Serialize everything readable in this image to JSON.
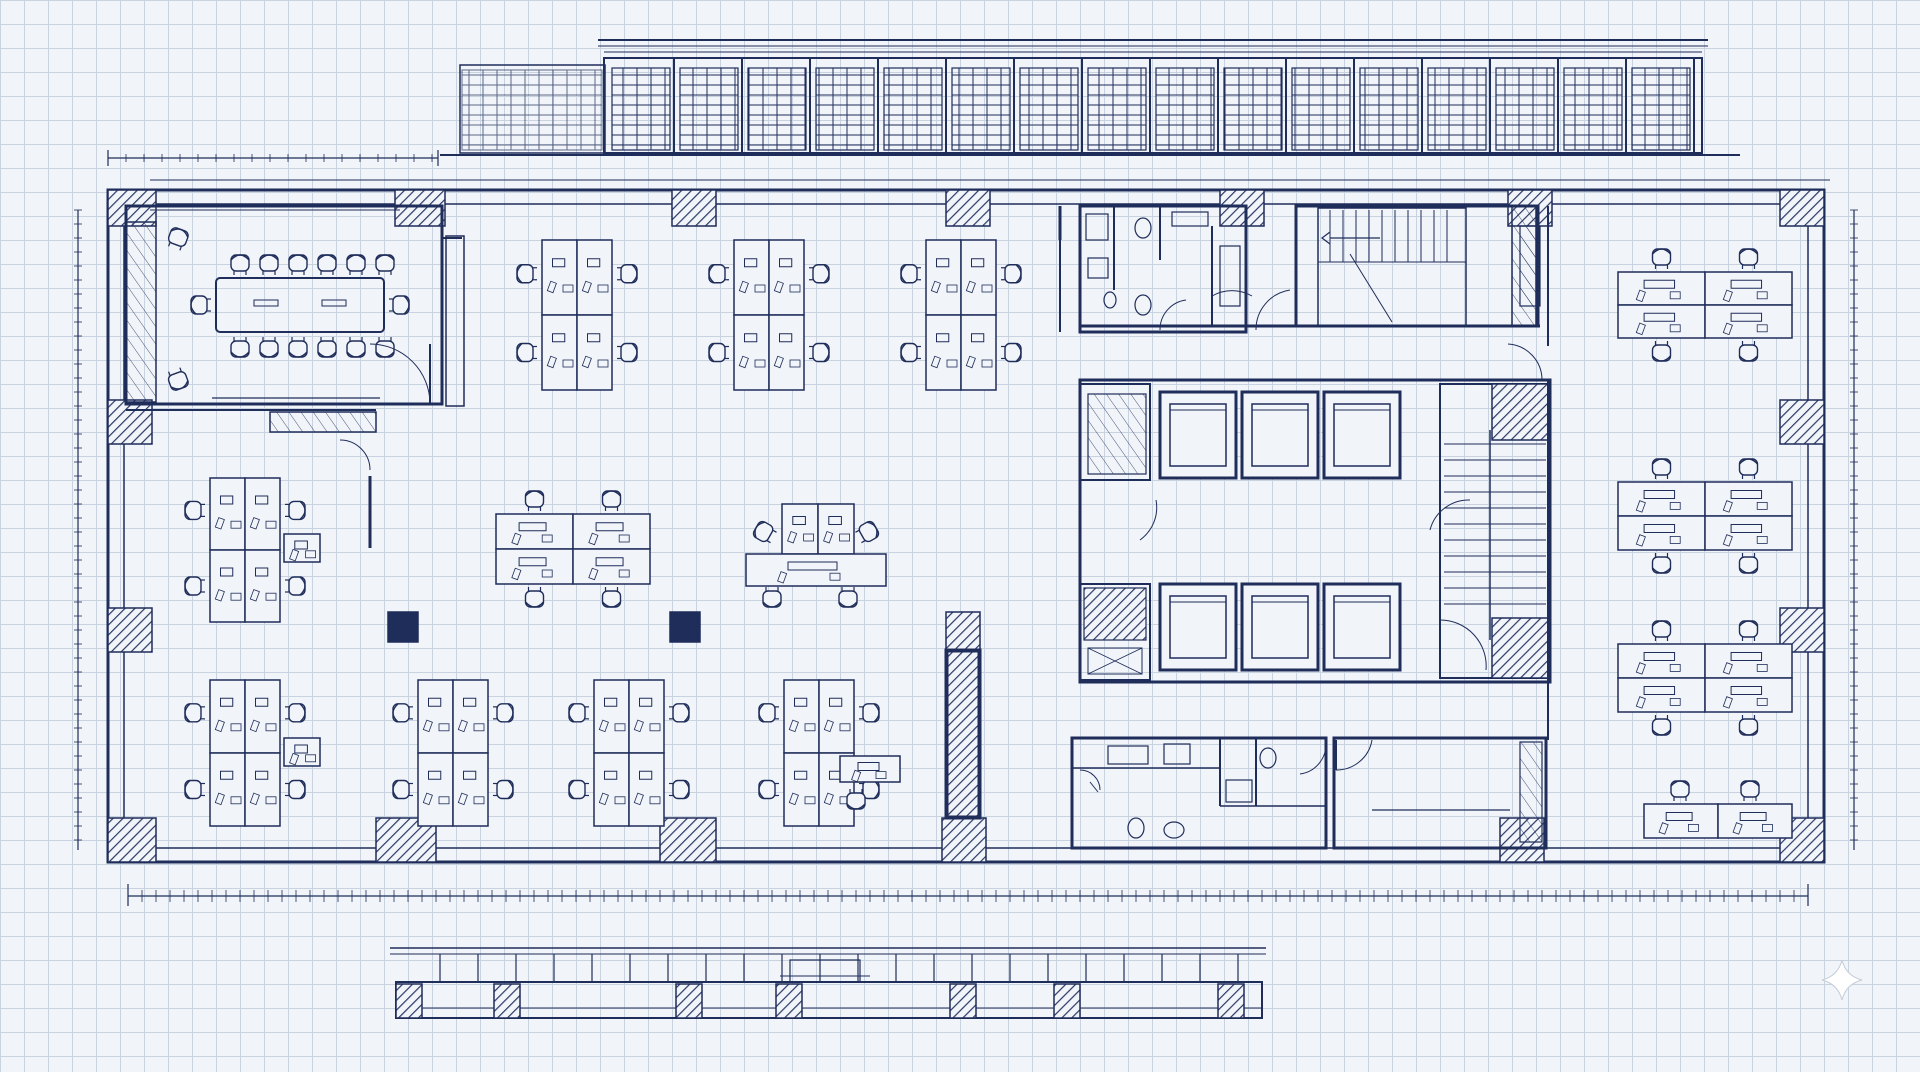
{
  "drawing": {
    "ink_color": "#1f2d5a",
    "hatch_color": "#2a3866",
    "paper_color": "#f1f4f8",
    "grid_color": "#c9d3e0",
    "views": [
      "front-elevation",
      "floor-plan",
      "section"
    ],
    "rooms": [
      "conference-room",
      "open-office-west",
      "restrooms-north",
      "stairwell-north",
      "elevator-core",
      "stairwell-east",
      "restrooms-south",
      "storage-room",
      "open-office-east"
    ],
    "icons": [
      "sparkle-icon"
    ]
  }
}
